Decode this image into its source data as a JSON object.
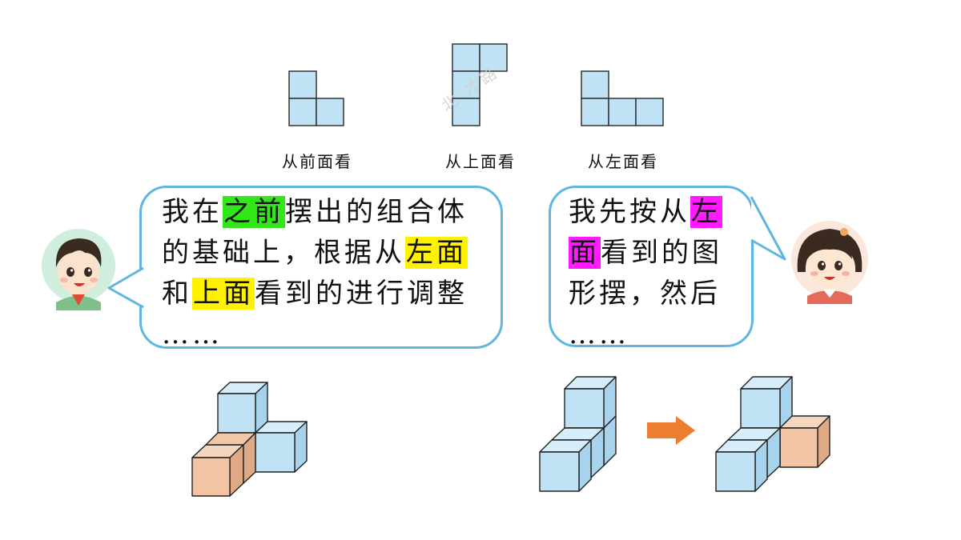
{
  "views": [
    {
      "label": "从前面看"
    },
    {
      "label": "从上面看"
    },
    {
      "label": "从左面看"
    }
  ],
  "watermark": "北 才路",
  "boy_bubble": {
    "lines": [
      [
        {
          "t": "我在"
        },
        {
          "t": "之前",
          "hl": "#33e61a"
        },
        {
          "t": "摆出的组合体"
        }
      ],
      [
        {
          "t": "的基础上，根据从"
        },
        {
          "t": "左面",
          "hl": "#fff200"
        }
      ],
      [
        {
          "t": "和"
        },
        {
          "t": "上面",
          "hl": "#fff200"
        },
        {
          "t": "看到的进行调整"
        }
      ],
      [
        {
          "t": "……"
        }
      ]
    ]
  },
  "girl_bubble": {
    "lines": [
      [
        {
          "t": "我先按从"
        },
        {
          "t": "左",
          "hl": "#ff1aff"
        }
      ],
      [
        {
          "t": "面",
          "hl": "#ff1aff"
        },
        {
          "t": "看到的图"
        }
      ],
      [
        {
          "t": "形摆，然后"
        }
      ],
      [
        {
          "t": "……"
        }
      ]
    ]
  },
  "colors": {
    "cube_blue": "#bfe3f5",
    "cube_orange": "#f2c4a4",
    "bubble_border": "#5fb7e0",
    "arrow": "#ed7d31"
  },
  "icons": [
    "boy-avatar-icon",
    "girl-avatar-icon",
    "right-arrow-icon"
  ]
}
